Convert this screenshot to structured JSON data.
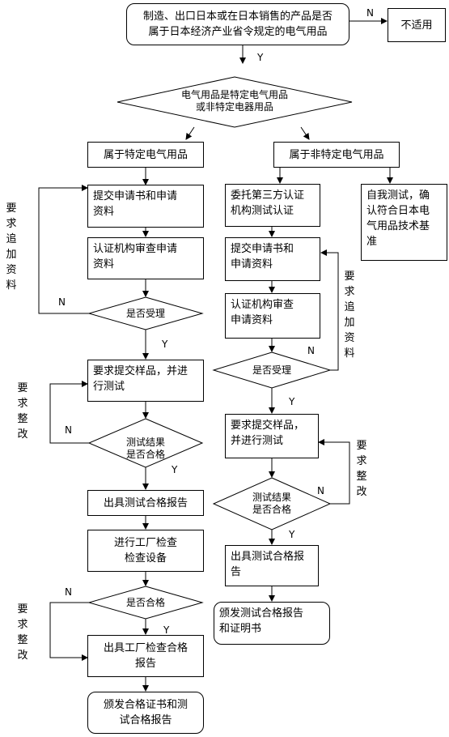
{
  "nodes": {
    "start": "制造、出口日本或在日本销售的产品是否\n属于日本经济产业省令规定的电气用品",
    "not_applicable": "不适用",
    "classify": "电气用品是特定电气用品\n或非特定电器用品",
    "specified": "属于特定电气用品",
    "non_specified": "属于非特定电气用品",
    "l_submit": "提交申请书和申请\n资料",
    "l_review": "认证机构审查申请\n资料",
    "l_accept": "是否受理",
    "l_sample": "要求提交样品，并进\n行测试",
    "l_test": "测试结果\n是否合格",
    "l_report": "出具测试合格报告",
    "l_factory": "进行工厂检查\n检查设备",
    "l_pass": "是否合格",
    "l_factory_report": "出具工厂检查合格\n报告",
    "l_issue": "颁发合格证书和测\n试合格报告",
    "m_entrust": "委托第三方认证\n机构测试认证",
    "m_submit": "提交申请书和\n申请资料",
    "m_review": "认证机构审查\n申请资料",
    "m_accept": "是否受理",
    "m_sample": "要求提交样品，\n并进行测试",
    "m_test": "测试结果\n是否合格",
    "m_report": "出具测试合格报\n告",
    "m_issue": "颁发测试合格报告\n和证明书",
    "r_self": "自我测试，确\n认符合日本电\n气用品技术基\n准"
  },
  "labels": {
    "yes": "Y",
    "no": "N",
    "more_docs": "要求追加资料",
    "rectify": "要求整改"
  }
}
